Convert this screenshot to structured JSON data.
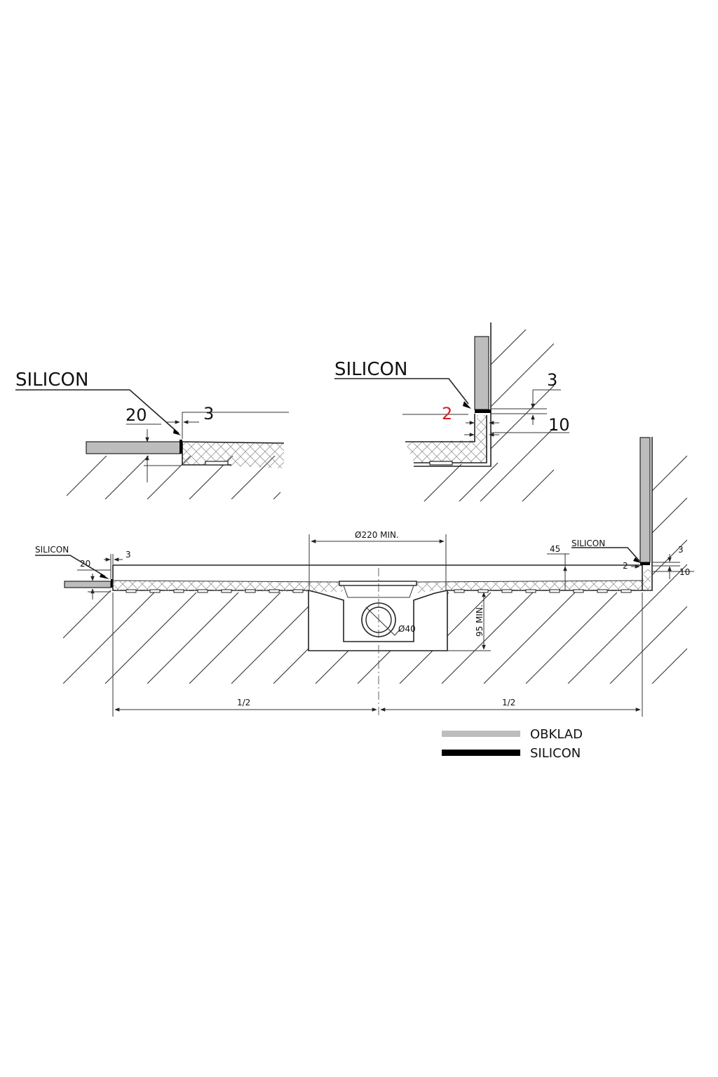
{
  "detail_left": {
    "callout": "SILICON",
    "dim_height": "20",
    "dim_gap": "3"
  },
  "detail_right": {
    "callout": "SILICON",
    "dim_gap_red": "2",
    "dim_top": "3",
    "dim_height": "10"
  },
  "section": {
    "left_callout": "SILICON",
    "left_dim_height": "20",
    "left_dim_gap": "3",
    "drain_diameter": "Ø220 MIN.",
    "outlet_diameter": "Ø40",
    "depth": "95 MIN.",
    "tray_height": "45",
    "right_callout": "SILICON",
    "right_dim_top": "3",
    "right_dim_gap": "2",
    "right_dim_height": "10",
    "half_left": "1/2",
    "half_right": "1/2"
  },
  "legend": {
    "items": [
      {
        "label": "OBKLAD",
        "color": "#bdbdbd"
      },
      {
        "label": "SILICON",
        "color": "#000000"
      }
    ]
  },
  "colors": {
    "tile": "#bdbdbd",
    "silicone": "#000000",
    "highlight": "#d61f26"
  }
}
